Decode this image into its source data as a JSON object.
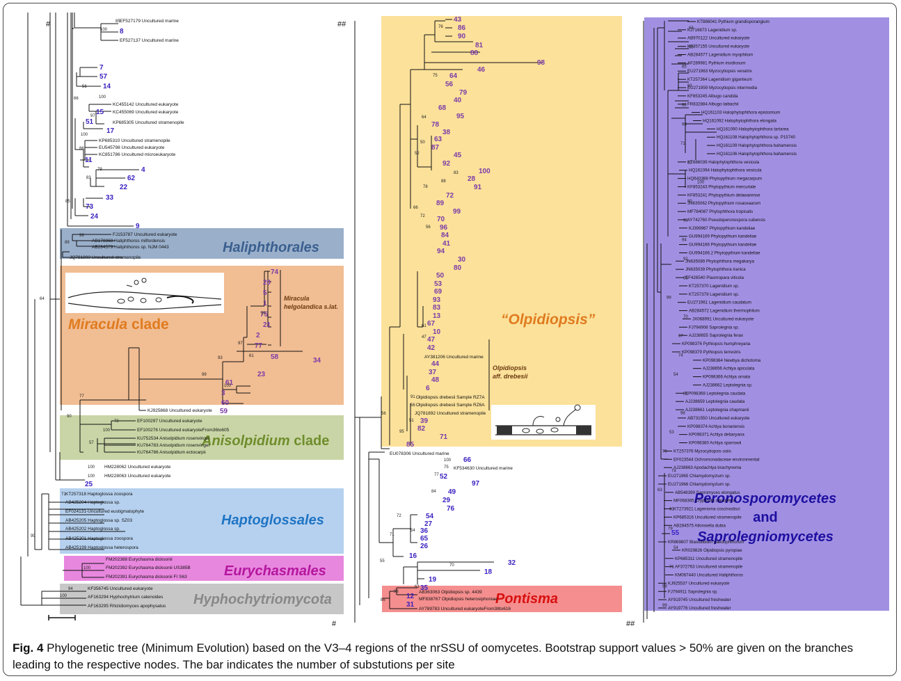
{
  "figure": {
    "marker_left": "#",
    "marker_mid": "##",
    "marker_bottom_left": "#",
    "marker_bottom_right": "##"
  },
  "clades": {
    "haliphthorales": "Haliphthorales",
    "miracula": "Miracula clade",
    "miracula_prefix": "Miracula",
    "miracula_suffix": " clade",
    "miracula_species_1": "Miracula",
    "miracula_species_2": "helgolandica s.lat.",
    "anisolpidium_prefix": "Anisolpidium",
    "anisolpidium_suffix": " clade",
    "haptoglossales": "Haptoglossales",
    "eurychasmales": "Eurychasmales",
    "hyphochytriomycota": "Hyphochytriomycota",
    "olpidiopsis": "“Olpidiopsis”",
    "olpidiopsis_aff_1": "Olpidiopsis",
    "olpidiopsis_aff_2": "aff. drebesii",
    "pontisma": "Pontisma",
    "perono_1": "Peronosporomycetes",
    "perono_2": "and",
    "perono_3": "Saprolegniomycetes"
  },
  "colors": {
    "haliphthorales_bg": "#9aafca",
    "haliphthorales_text": "#3b5f8f",
    "miracula_bg": "#f1bd93",
    "miracula_text": "#e07b1f",
    "anisolpidium_bg": "#c9d5a6",
    "anisolpidium_text": "#6f8d2c",
    "haptoglossales_bg": "#b6d1ef",
    "haptoglossales_text": "#1f74c4",
    "eurychasmales_bg": "#e887de",
    "eurychasmales_text": "#b4169e",
    "hyphochytrio_bg": "#c7c7c7",
    "hyphochytrio_text": "#888888",
    "olpidiopsis_bg": "#fbe19a",
    "olpidiopsis_text": "#e07b1f",
    "pontisma_bg": "#f58e8e",
    "pontisma_text": "#d80f0f",
    "perono_bg": "#a190e2",
    "perono_text": "#1d0fa0",
    "sample_number": "#3a1fc0",
    "sample_number_olpidiopsis": "#7b3ba8"
  },
  "left_tips": {
    "t1": "EF527179 Uncultured marine",
    "t2": "8",
    "t3": "EF527137 Uncultured marine",
    "t4": "7",
    "t5": "57",
    "t6": "14",
    "t7": "KC455142 Uncultured eukaryote",
    "t8": "KC455069 Uncultured eukaryote",
    "t9": "KP685305 Uncultured stramenopile",
    "t10": "17",
    "t11": "15",
    "t12": "51",
    "t13": "KP685310 Uncultured stramenopile",
    "t14": "EU545798 Uncultured eukaryote",
    "t15": "KC851786 Uncultured microeukaryote",
    "t16": "11",
    "t17": "4",
    "t18": "62",
    "t19": "22",
    "t20": "33",
    "t21": "73",
    "t22": "24",
    "t23": "9",
    "t24": "FJ153787 Uncultured eukaryote",
    "t25": "AB178868 Haliphthoros milfordensis",
    "t26": "AB284579 Haliphthoros sp. NJM 0443",
    "t27": "JQ781890 Uncultured stramenopile",
    "t28": "74",
    "t29": "20",
    "t30": "5",
    "t31": "1",
    "t32": "75",
    "t33": "21",
    "t34": "2",
    "t35": "77",
    "t36": "58",
    "t37": "34",
    "t38": "23",
    "t39": "61",
    "t40": "3",
    "t41": "60",
    "t42": "59",
    "t43": "KJ925868 Uncultured eukaryote",
    "t44": "EF100297 Uncultured eukaryote",
    "t45": "EF100276 Uncultured eukaryoteFrom36to605",
    "t46": "KU752534 Anisolpidium rosenvingei",
    "t47": "KU764783 Anisolpidium rosenvingei",
    "t48": "KU764786 Anisolpidium ectocarpii",
    "t49": "HM228062 Uncultured eukaryote",
    "t50": "HM228063 Uncultured eukaryote",
    "t51": "25",
    "t52": "KT257318 Haptoglossa zoospora",
    "t53": "AB425204 Haptoglossa sp.",
    "t54": "EF024131-Uncultured eustigmatophyte",
    "t55": "AB425205 Haptoglossa sp. SZ03",
    "t56": "AB425202 Haptoglossa sp.",
    "t57": "AB425201 Haptoglossa zoospora",
    "t58": "AB425199 Haptoglossa heterospora",
    "t59": "FM202388 Eurychasma dicksonii",
    "t60": "FM202392 Eurychasma dicksonii US385B",
    "t61": "FM202391 Eurychasma dicksonii FI S63",
    "t62": "KF356745 Uncultured eukaryote",
    "t63": "AF163294 Hyphochytrium catenoides",
    "t64": "AF163295 Rhizidiomyces apophysatus"
  },
  "left_bootstrap": [
    "85",
    "100",
    "100",
    "56",
    "97",
    "66",
    "100",
    "86",
    "79",
    "83",
    "85",
    "99",
    "89",
    "64",
    "95",
    "97",
    "61",
    "93",
    "99",
    "100",
    "77",
    "72",
    "100",
    "57",
    "90",
    "100",
    "100",
    "71",
    "99",
    "100",
    "94",
    "100"
  ],
  "mid_tips": {
    "m1": "43",
    "m2": "86",
    "m3": "90",
    "m4": "81",
    "m5": "88",
    "m6": "98",
    "m7": "46",
    "m8": "64",
    "m9": "56",
    "m10": "79",
    "m11": "40",
    "m12": "68",
    "m13": "95",
    "m14": "78",
    "m15": "38",
    "m16": "63",
    "m17": "87",
    "m18": "45",
    "m19": "92",
    "m20": "100",
    "m21": "28",
    "m22": "91",
    "m23": "72",
    "m24": "89",
    "m25": "99",
    "m26": "70",
    "m27": "96",
    "m28": "84",
    "m29": "41",
    "m30": "94",
    "m31": "30",
    "m32": "80",
    "m33": "50",
    "m34": "53",
    "m35": "69",
    "m36": "93",
    "m37": "83",
    "m38": "13",
    "m39": "67",
    "m40": "10",
    "m41": "47",
    "m42": "42",
    "m43": "AY381206 Uncultured marine",
    "m44": "44",
    "m45": "37",
    "m46": "48",
    "m47": "6",
    "m48": "Olpidiopsis drebesii Sample RZ7A",
    "m49": "Olpidiopsis drebesii Sample RZ6A",
    "m50": "JQ781892 Uncultured stramenopile",
    "m51": "39",
    "m52": "82",
    "m53": "71",
    "m54": "85",
    "m55": "EU078306 Uncultured marine",
    "m56": "66",
    "m57": "KF534630 Uncultured marine",
    "m58": "52",
    "m59": "97",
    "m60": "49",
    "m61": "29",
    "m62": "76",
    "m63": "54",
    "m64": "27",
    "m65": "36",
    "m66": "65",
    "m67": "26",
    "m68": "16",
    "m69": "32",
    "m70": "18",
    "m71": "19",
    "m72": "35",
    "m73": "12",
    "m74": "31",
    "m75": "AB363063 Olpidiopsis sp. 4439",
    "m76": "MF838767 Olpidiopsis heterosiphoniae",
    "m77": "AY789783 Uncultured eukaryoteFrom38to616"
  },
  "mid_bootstrap": [
    "76",
    "75",
    "64",
    "50",
    "52",
    "83",
    "88",
    "78",
    "66",
    "72",
    "56",
    "61",
    "47",
    "91",
    "56",
    "51",
    "95",
    "56",
    "100",
    "75",
    "77",
    "84",
    "72",
    "54",
    "71",
    "70",
    "63",
    "55",
    "98",
    "86"
  ],
  "right_tips": [
    "KT886041 Pythium grandisporangium",
    "KJ716873 Lagenidium sp.",
    "AB970122 Uncultured eukaryote",
    "KF357155 Uncultured eukaryote",
    "AB284577 Lagenidium myophilum",
    "AF289981 Pythium insidiosum",
    "EU271963 Myzocytiopsis venatrix",
    "KT257364 Lagenidium giganteum",
    "EU271959 Myzocytiopsis intermedia",
    "KF853245 Albugo candida",
    "FR832884 Albugo laibachii",
    "HQ161103 Halophytophthora epistomium",
    "HQ161092 Halophytophthora elongata",
    "HQ161090 Halophytophthora tartarea",
    "HQ161108 Halophytophthora sp. P15740",
    "HQ161109 Halophytophthora bahamensis",
    "HQ161106 Halophytophthora bahamensis",
    "KT886039 Halophytophthora vesicula",
    "HQ161094 Halophytophthora vesicula",
    "HQ643388 Phytopythium megacarpum",
    "KF853243 Phytopythium mercuriale",
    "KF853241 Phytopythium delawarense",
    "JN635062 Phytopythium rosaceaarum",
    "MF784087 Phytophthora tropicalis",
    "AY742760 Pseudoperonospora cubensis",
    "KJ399967 Phytopythium kandeliae",
    "GU994169 Phytopythium kandeliae",
    "GU994166 Phytopythium kandeliae",
    "GU994166.2 Phytopythium kandeliae",
    "JN635089 Phytophthora megakarya",
    "JN635039 Phytophthora iranica",
    "EF426540 Plasmopara viticola",
    "KT257370 Lagenidium sp.",
    "KT257379 Lagenidium sp.",
    "EU271961 Lagenidium caudatum",
    "AB284572 Lagenidium thermophilum",
    "JX068991 Uncultured eukaryote",
    "FJ794908 Saprolegnia sp.",
    "AJ238655 Saprolegnia ferax",
    "KP098376 Pythiopsis humphreyana",
    "KP098379 Pythiopsis terrestris",
    "KP098364 Newbya dichotoma",
    "AJ238656 Achlya apiculata",
    "KP098366 Achlya ornata",
    "AJ238662 Leptolegnia sp.",
    "KP098368 Leptolegnia caudata",
    "AJ238659 Leptolegnia caudata",
    "AJ238661 Leptolegnia chapmanii",
    "AB731550 Uncultured eukaryote",
    "KP098374 Achlya bonariensis",
    "KP098371 Achlya debaryana",
    "KP098380 Achlya sparrowii",
    "KT257376 Myzocytiopsis osiis",
    "EF023544 Ochromonadaceae environmental",
    "AJ238663 Apodachlya brachynema",
    "EU271965 Chlamydomyzium sp.",
    "EU271966 Chlamydomyzium sp.",
    "AB548399 Sapromyces elongatus",
    "MF068365 Crypticola clavulifera",
    "KT273921 Lagenisma coscinodisci",
    "KP685316 Uncultured stramenopile",
    "AB284575 Atkinsiella dubia",
    "55",
    "KR869807 Blastulidium paedophthorum",
    "KR029826 Olpidiopsis pyropiae",
    "KP685311 Uncultured stramenopile",
    "AF372763 Uncultured stramenopile",
    "KM067440 Uncultured Haliphthoros",
    "KJ925537 Uncultured eukaryote",
    "FJ794911 Saprolegnia sp.",
    "AY919745 Uncultured freshwater",
    "AY919776 Uncultured freshwater"
  ],
  "right_bootstrap": [
    "68",
    "68",
    "85",
    "93",
    "88",
    "98",
    "71",
    "83",
    "100",
    "80",
    "98",
    "94",
    "92",
    "66",
    "99",
    "70",
    "67",
    "74",
    "54",
    "81",
    "98",
    "53",
    "78",
    "74",
    "63",
    "61",
    "79",
    "54",
    "71",
    "99",
    "99"
  ],
  "caption": {
    "fig_label": "Fig. 4",
    "text": " Phylogenetic tree (Minimum Evolution) based on the V3–4 regions of the nrSSU of oomycetes. Bootstrap support values > 50% are given on the branches leading to the respective nodes. The bar indicates the number of substutions per site"
  }
}
